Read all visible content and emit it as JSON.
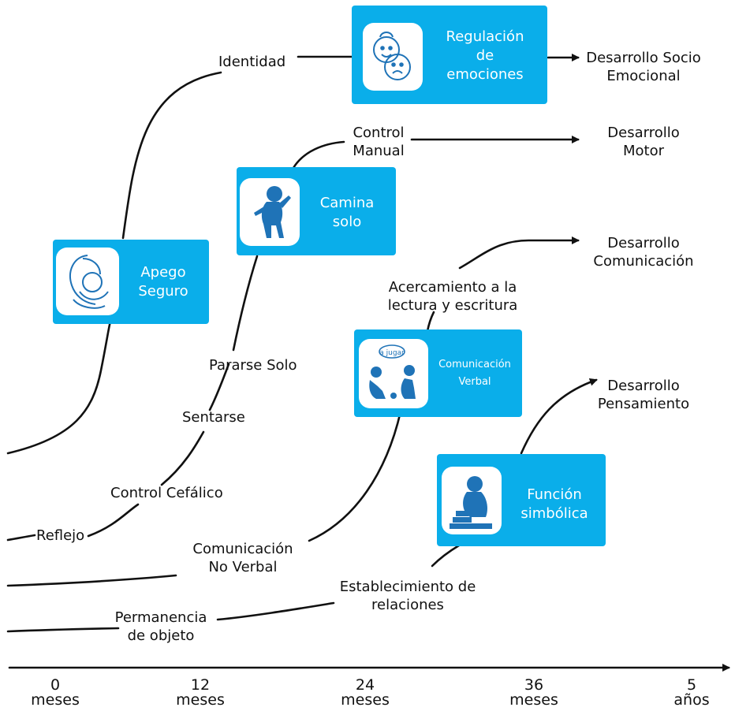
{
  "milestones": {
    "regulacion": [
      "Regulación",
      "de",
      "emociones"
    ],
    "camina": [
      "Camina",
      "solo"
    ],
    "apego": [
      "Apego",
      "Seguro"
    ],
    "comunicacion_verbal": [
      "Comunicación",
      "Verbal"
    ],
    "funcion_simbolica": [
      "Función",
      "simbólica"
    ],
    "a_jugar_badge": "a jugar"
  },
  "areas": {
    "socio_emocional": [
      "Desarrollo Socio",
      "Emocional"
    ],
    "motor": [
      "Desarrollo",
      "Motor"
    ],
    "comunicacion": [
      "Desarrollo",
      "Comunicación"
    ],
    "pensamiento": [
      "Desarrollo",
      "Pensamiento"
    ]
  },
  "steps": {
    "identidad": "Identidad",
    "control_manual": [
      "Control",
      "Manual"
    ],
    "acercamiento": [
      "Acercamiento a la",
      "lectura y escritura"
    ],
    "pararse_solo": "Pararse Solo",
    "sentarse": "Sentarse",
    "control_cefalico": "Control Cefálico",
    "reflejo": "Reflejo",
    "comunicacion_no_verbal": [
      "Comunicación",
      "No Verbal"
    ],
    "establecimiento": [
      "Establecimiento de",
      "relaciones"
    ],
    "permanencia": [
      "Permanencia",
      "de objeto"
    ]
  },
  "timeline": [
    {
      "top": "0",
      "bottom": "meses"
    },
    {
      "top": "12",
      "bottom": "meses"
    },
    {
      "top": "24",
      "bottom": "meses"
    },
    {
      "top": "36",
      "bottom": "meses"
    },
    {
      "top": "5",
      "bottom": "años"
    }
  ],
  "colors": {
    "card": "#0aaeea",
    "icon_line": "#1f73b7",
    "text": "#111111"
  }
}
